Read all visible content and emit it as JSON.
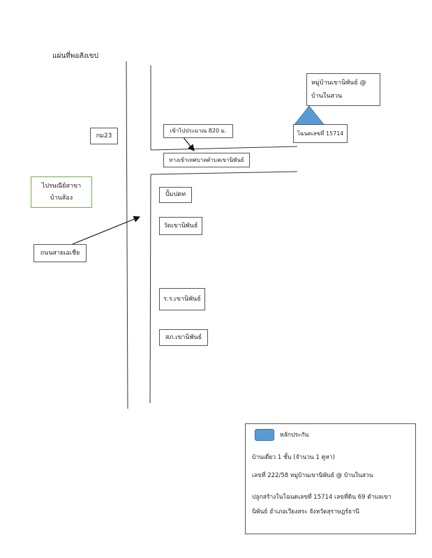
{
  "title": "แผ่นที่พอสังเขป",
  "labels": {
    "km": "กม23",
    "post_office_line1": "ไปรษณีย์สาขา",
    "post_office_line2": "บ้านส้อง",
    "road": "ถนนสายเอเชีย",
    "village_line1": "หมู่บ้านเขานิพันธ์ @",
    "village_line2": "บ้านในสวน",
    "deed": "โฉนดเลขที่ 15714",
    "distance": "เข้าไปประมาณ 820 ม.",
    "way": "ทางเข้าเทศบาลตำบลเขานิพันธ์",
    "gas": "ปั้มปตท",
    "temple": "วัดเขานิพันธ์",
    "school": "ร.ร.เขานิพันธ์",
    "police": "สภ.เขานิพันธ์"
  },
  "legend": {
    "marker_label": "หลักประกัน",
    "line1": "บ้านเดี่ยว 1 ชั้น (จำนวน 1 คูหา)",
    "line2": "เลขที่ 222/58 หมู่บ้านเขานิพันธ์ @ บ้านในสวน",
    "line3": "ปลูกสร้างในโฉนดเลขที่ 15714  เลขที่ดิน 69 ตำบลเขา",
    "line4": "นิพันธ์ อำเภอเวียงสระ  จังหวัดสุราษฎร์ธานี"
  },
  "colors": {
    "marker": "#5b9bd5",
    "post_office_border": "#70ad47",
    "line": "#333333"
  }
}
